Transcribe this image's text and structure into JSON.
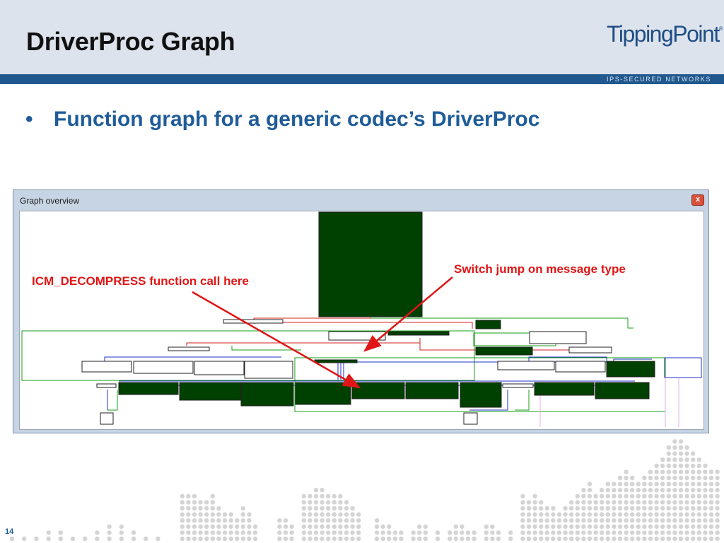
{
  "slide": {
    "title": "DriverProc Graph",
    "bullet_marker": "•",
    "bullet": "Function graph for a generic codec’s DriverProc",
    "page_number": "14"
  },
  "brand": {
    "logo_text": "TippingPoint",
    "logo_mark": "®",
    "tagline": "IPS-SECURED NETWORKS"
  },
  "window": {
    "title": "Graph overview",
    "close_glyph": "x"
  },
  "annotations": {
    "left": "ICM_DECOMPRESS function call here",
    "right": "Switch jump on message type"
  },
  "colors": {
    "title_text": "#111111",
    "accent_blue": "#1f5c99",
    "header_band": "#21588f",
    "header_bg": "#dde3ec",
    "annotation_red": "#e01515",
    "node_green": "#004000",
    "edge_green": "#1a9c1a",
    "edge_red": "#d42020",
    "edge_blue": "#1f2fc8",
    "decor_dots": "#d4d4d4"
  }
}
